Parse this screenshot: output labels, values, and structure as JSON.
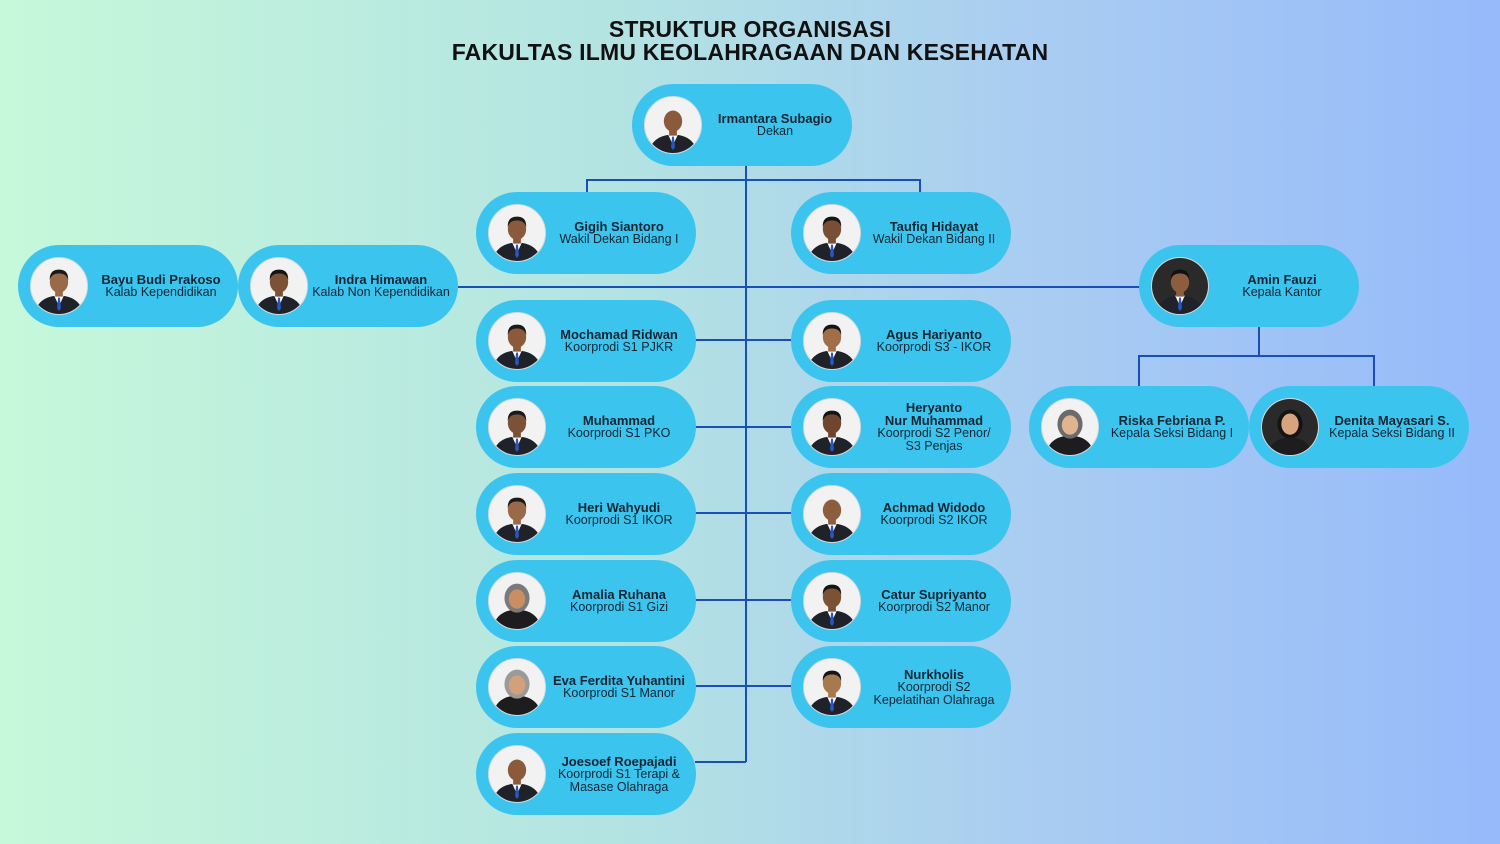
{
  "title": {
    "line1": "STRUKTUR ORGANISASI",
    "line2": "FAKULTAS ILMU KEOLAHRAGAAN DAN KESEHATAN"
  },
  "colors": {
    "node_fill": "#3bc5ee",
    "connector": "#1a4fb8",
    "text": "#152433"
  },
  "nodes": [
    {
      "id": "dekan",
      "name": "Irmantara Subagio",
      "role": "Dekan",
      "avatar": "person-male-icon",
      "skin": "#8a5a3a",
      "hair": "#1a1a1a",
      "bald": true
    },
    {
      "id": "wd1",
      "name": "Gigih Siantoro",
      "role": "Wakil Dekan Bidang I",
      "avatar": "person-male-icon",
      "skin": "#8a5a3a",
      "hair": "#1a1a1a"
    },
    {
      "id": "wd2",
      "name": "Taufiq Hidayat",
      "role": "Wakil Dekan Bidang II",
      "avatar": "person-male-icon",
      "skin": "#7a4e34",
      "hair": "#151515"
    },
    {
      "id": "kalab1",
      "name": "Bayu Budi Prakoso",
      "role": "Kalab Kependidikan",
      "avatar": "person-male-icon",
      "skin": "#9a6a48",
      "hair": "#1a1a1a"
    },
    {
      "id": "kalab2",
      "name": "Indra Himawan",
      "role": "Kalab Non Kependidikan",
      "avatar": "person-male-icon",
      "skin": "#7c5236",
      "hair": "#141414"
    },
    {
      "id": "kakantor",
      "name": "Amin Fauzi",
      "role": "Kepala Kantor",
      "avatar": "person-male-icon",
      "skin": "#8d5e3e",
      "hair": "#111111",
      "dark": true
    },
    {
      "id": "ksb1",
      "name": "Riska Febriana P.",
      "role": "Kepala Seksi Bidang I",
      "avatar": "person-female-hijab-icon",
      "skin": "#e0b48e",
      "hair": "#6b6b6b"
    },
    {
      "id": "ksb2",
      "name": "Denita Mayasari S.",
      "role": "Kepala Seksi Bidang II",
      "avatar": "person-female-icon",
      "skin": "#d9a37e",
      "hair": "#141414",
      "dark": true
    },
    {
      "id": "s1pjkr",
      "name": "Mochamad Ridwan",
      "role": "Koorprodi S1 PJKR",
      "avatar": "person-male-icon",
      "skin": "#8a5a3a",
      "hair": "#1a1a1a"
    },
    {
      "id": "s3ikor",
      "name": "Agus Hariyanto",
      "role": "Koorprodi S3 - IKOR",
      "avatar": "person-male-icon",
      "skin": "#a06e48",
      "hair": "#141414"
    },
    {
      "id": "s1pko",
      "name": "Muhammad",
      "role": "Koorprodi S1 PKO",
      "avatar": "person-male-icon",
      "skin": "#7c5236",
      "hair": "#1a1a1a"
    },
    {
      "id": "s2penor",
      "name": "Heryanto\nNur Muhammad",
      "role": "Koorprodi S2 Penor/\nS3 Penjas",
      "avatar": "person-male-icon",
      "skin": "#6e4630",
      "hair": "#141414"
    },
    {
      "id": "s1ikor",
      "name": "Heri Wahyudi",
      "role": "Koorprodi S1 IKOR",
      "avatar": "person-male-icon",
      "skin": "#9a6a48",
      "hair": "#1a1a1a"
    },
    {
      "id": "s2ikor",
      "name": "Achmad Widodo",
      "role": "Koorprodi S2 IKOR",
      "avatar": "person-male-icon",
      "skin": "#8d5e3e",
      "hair": "#141414",
      "bald": true
    },
    {
      "id": "s1gizi",
      "name": "Amalia Ruhana",
      "role": "Koorprodi S1 Gizi",
      "avatar": "person-female-hijab-icon",
      "skin": "#c98e62",
      "hair": "#7a7a7a"
    },
    {
      "id": "s2manor",
      "name": "Catur Supriyanto",
      "role": "Koorprodi S2 Manor",
      "avatar": "person-male-icon",
      "skin": "#7c5236",
      "hair": "#141414"
    },
    {
      "id": "s1manor",
      "name": "Eva Ferdita Yuhantini",
      "role": "Koorprodi S1 Manor",
      "avatar": "person-female-hijab-icon",
      "skin": "#d2a07a",
      "hair": "#9a9a9a"
    },
    {
      "id": "s2kepel",
      "name": "Nurkholis",
      "role": "Koorprodi S2\nKepelatihan Olahraga",
      "avatar": "person-male-icon",
      "skin": "#a8784e",
      "hair": "#141414"
    },
    {
      "id": "s1terapi",
      "name": "Joesoef Roepajadi",
      "role": "Koorprodi S1 Terapi &\nMasase Olahraga",
      "avatar": "person-male-icon",
      "skin": "#8a5a3a",
      "hair": "#1a1a1a",
      "bald": true
    }
  ]
}
